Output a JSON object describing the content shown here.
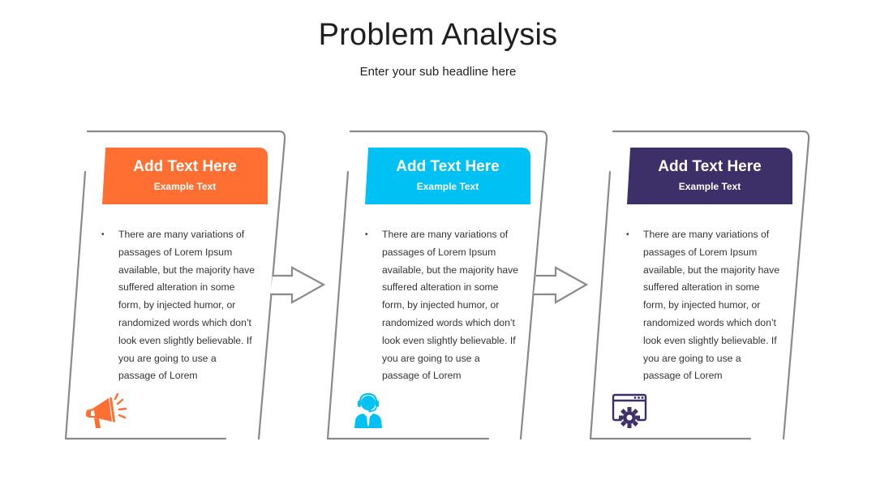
{
  "title": "Problem Analysis",
  "subtitle": "Enter your sub headline here",
  "cards": [
    {
      "heading": "Add Text Here",
      "subheading": "Example Text",
      "body": "There are many variations of passages of Lorem Ipsum available, but the majority have suffered alteration in some form, by injected humor, or randomized words which don’t look even slightly believable. If you are going to use a passage of Lorem",
      "color": "#FF6F31",
      "icon": "megaphone-icon"
    },
    {
      "heading": "Add Text Here",
      "subheading": "Example Text",
      "body": "There are many variations of passages of Lorem Ipsum available, but the majority have suffered alteration in some form, by injected humor, or randomized words which don’t look even slightly believable. If you are going to use a passage of Lorem",
      "color": "#00C1F4",
      "icon": "support-agent-icon"
    },
    {
      "heading": "Add Text Here",
      "subheading": "Example Text",
      "body": "There are many variations of passages of Lorem Ipsum available, but the majority have suffered alteration in some form, by injected humor, or randomized words which don’t look even slightly believable. If you are going to use a passage of Lorem",
      "color": "#3D2F68",
      "icon": "web-settings-icon"
    }
  ],
  "colors": {
    "frame": "#8a8a8a",
    "title": "#1f1f1f",
    "text": "#333333"
  }
}
